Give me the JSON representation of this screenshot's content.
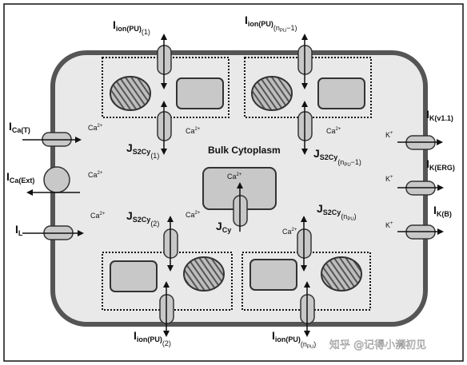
{
  "diagram": {
    "bulk_cytoplasm_label": "Bulk Cytoplasm",
    "currents": {
      "ion_pu_1": {
        "main": "I",
        "sub": "ion(PU)",
        "subsub": "(1)"
      },
      "ion_pu_n1": {
        "main": "I",
        "sub": "ion(PU)",
        "subsub": "(n",
        "subsubsub": "PU",
        "tail": "−1)"
      },
      "ion_pu_2": {
        "main": "I",
        "sub": "ion(PU)",
        "subsub": "(2)"
      },
      "ion_pu_n": {
        "main": "I",
        "sub": "ion(PU)",
        "subsub": "(n",
        "subsubsub": "PU",
        "tail": ")"
      },
      "ca_t": {
        "main": "I",
        "sub": "Ca(T)"
      },
      "ca_ext": {
        "main": "I",
        "sub": "Ca(Ext)"
      },
      "l": {
        "main": "I",
        "sub": "L"
      },
      "k_v11": {
        "main": "I",
        "sub": "K(v1.1)"
      },
      "k_erg": {
        "main": "I",
        "sub": "K(ERG)"
      },
      "k_b": {
        "main": "I",
        "sub": "K(B)"
      }
    },
    "fluxes": {
      "s2cy_1": {
        "main": "J",
        "sub": "S2Cy",
        "subsub": "(1)"
      },
      "s2cy_n1": {
        "main": "J",
        "sub": "S2Cy",
        "subsub": "(n",
        "subsubsub": "PU",
        "tail": "−1)"
      },
      "s2cy_2": {
        "main": "J",
        "sub": "S2Cy",
        "subsub": "(2)"
      },
      "s2cy_n": {
        "main": "J",
        "sub": "S2Cy",
        "subsub": "(n",
        "subsubsub": "PU",
        "tail": ")"
      },
      "cy": {
        "main": "J",
        "sub": "Cy"
      }
    },
    "ions": {
      "ca": {
        "base": "Ca",
        "charge": "2+"
      },
      "k": {
        "base": "K",
        "charge": "+"
      }
    }
  },
  "watermark": "知乎 @记得小濒初见"
}
